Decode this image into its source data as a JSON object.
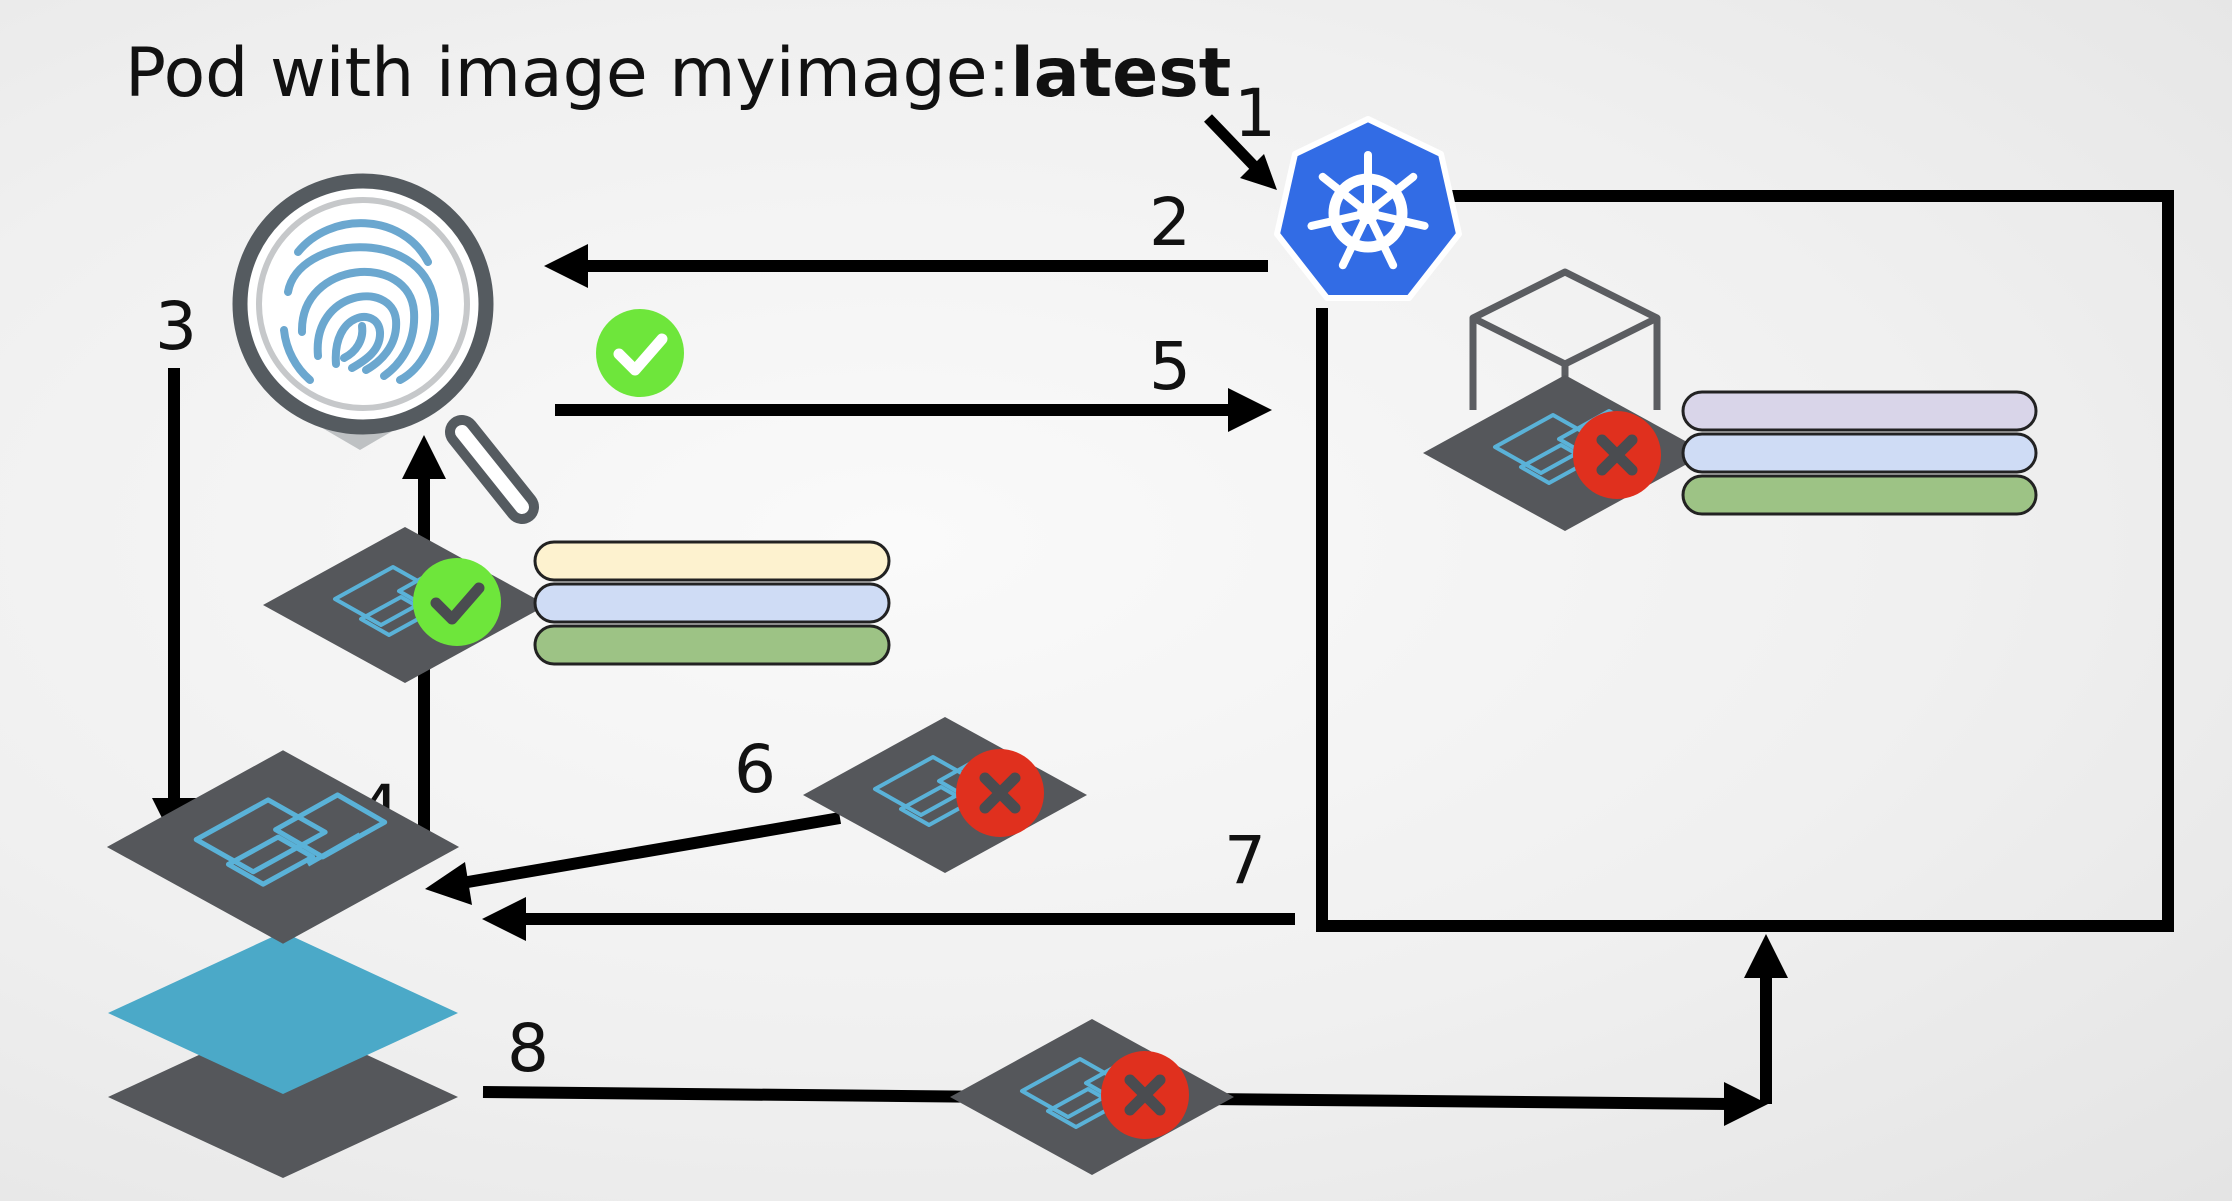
{
  "title": {
    "prefix": "Pod with image myimage:",
    "tag": "latest"
  },
  "steps": [
    "1",
    "2",
    "3",
    "4",
    "5",
    "6",
    "7",
    "8"
  ],
  "icons": {
    "kubernetes": "kubernetes-helm-icon",
    "scanner": "fingerprint-magnifier-icon",
    "check": "check-icon",
    "cross": "x-icon",
    "cube": "cube-icon",
    "layer": "image-layer-icon",
    "stack": "layer-stack-icon"
  },
  "colors": {
    "background": "#efefef",
    "arrow": "#000000",
    "kubernetes_blue": "#326ce5",
    "scanner_ring": "#555b60",
    "fingerprint": "#6ba7cf",
    "layer_dark": "#55575b",
    "layer_line": "#5ab2d8",
    "layer_blue": "#4ba9c8",
    "check_green": "#6ee63b",
    "cross_red": "#e0301e",
    "bar_cream": "#fdf2cf",
    "bar_lavender": "#d9d5e9",
    "bar_blue": "#cfdcf5",
    "bar_green": "#9dc385"
  }
}
